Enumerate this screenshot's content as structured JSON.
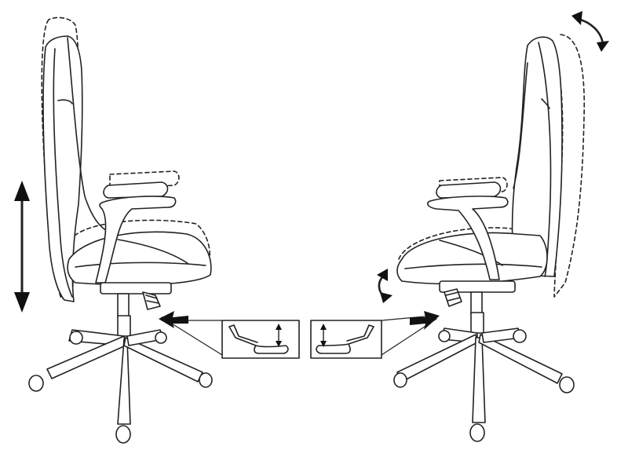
{
  "diagram": {
    "kind": "office-chair-adjustment-instructions",
    "views": [
      {
        "name": "left-chair",
        "adjustment": "seat-height",
        "indicator": "vertical-double-arrow"
      },
      {
        "name": "right-chair",
        "adjustment": "backrest-tilt",
        "indicator": "curved-double-arrows"
      }
    ],
    "insets": [
      {
        "name": "lever-inset-left",
        "shows": "height-lever-lift"
      },
      {
        "name": "lever-inset-right",
        "shows": "tilt-lever-lift"
      }
    ],
    "colors": {
      "line": "#222222",
      "background": "#ffffff"
    }
  }
}
